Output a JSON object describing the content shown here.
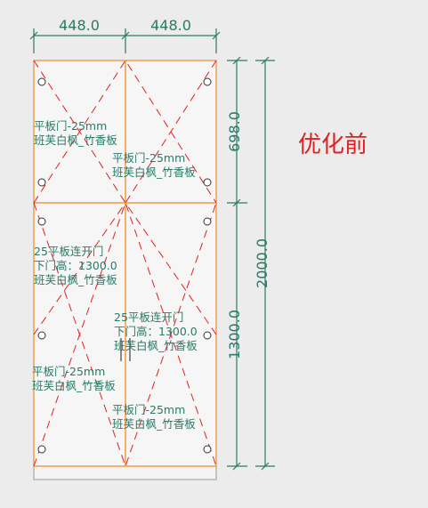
{
  "dimensions": {
    "top_left_width": "448.0",
    "top_right_width": "448.0",
    "upper_height": "698.0",
    "lower_height": "1300.0",
    "total_height": "2000.0"
  },
  "note": "优化前",
  "labels": {
    "upper_left": [
      "平板门-25mm",
      "班芙白枫_竹香板"
    ],
    "upper_right": [
      "平板门-25mm",
      "班芙白枫_竹香板"
    ],
    "lower_left_top": [
      "25平板连开门",
      "下门高：1300.0",
      "班芙白枫_竹香板"
    ],
    "lower_right_mid": [
      "25平板连开门",
      "下门高：1300.0",
      "班芙白枫_竹香板"
    ],
    "lower_left_bottom": [
      "平板门-25mm",
      "班芙白枫_竹香板"
    ],
    "lower_right_bottom": [
      "平板门-25mm",
      "班芙白枫_竹香板"
    ]
  },
  "colors": {
    "background": "#ececec",
    "panel_fill": "#f6f6f6",
    "panel_border": "#f08a24",
    "dimension_line": "#2a7a66",
    "swing_line": "#e02020"
  }
}
